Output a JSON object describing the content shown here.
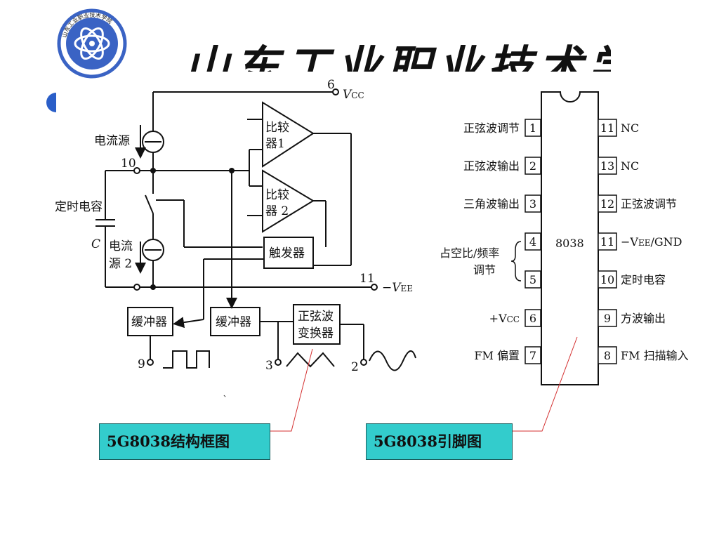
{
  "header": {
    "school_name": "山东工业职业技术学院",
    "logo_ring_text": "山东工业职业技术学院"
  },
  "callouts": {
    "block_diagram": "5G8038结构框图",
    "pinout": "5G8038引脚图"
  },
  "block_diagram": {
    "vcc_pin": "6",
    "vcc_label": "V",
    "vcc_sub": "CC",
    "vee_pin": "11",
    "vee_label": "−V",
    "vee_sub": "EE",
    "pin10": "10",
    "current_source_1": "电流源",
    "current_source_2_a": "电流",
    "current_source_2_b": "源 2",
    "timing_cap": "定时电容",
    "cap_symbol": "C",
    "comparator1_a": "比较",
    "comparator1_b": "器1",
    "comparator2_a": "比较",
    "comparator2_b": "器 2",
    "trigger": "触发器",
    "buffer1": "缓冲器",
    "buffer2": "缓冲器",
    "sine_conv_a": "正弦波",
    "sine_conv_b": "变换器",
    "out_square_pin": "9",
    "out_tri_pin": "3",
    "out_sine_pin": "2"
  },
  "pinout": {
    "chip_name": "8038",
    "left_pins": [
      {
        "num": "1",
        "label": "正弦波调节"
      },
      {
        "num": "2",
        "label": "正弦波输出"
      },
      {
        "num": "3",
        "label": "三角波输出"
      },
      {
        "num": "4",
        "label": ""
      },
      {
        "num": "5",
        "label": ""
      },
      {
        "num": "6",
        "label": "+V",
        "sub": "CC"
      },
      {
        "num": "7",
        "label": "FM 偏置"
      }
    ],
    "duty_label_a": "占空比/频率",
    "duty_label_b": "调节",
    "right_pins": [
      {
        "num": "11",
        "label": "NC"
      },
      {
        "num": "13",
        "label": "NC"
      },
      {
        "num": "12",
        "label": "正弦波调节"
      },
      {
        "num": "11",
        "label": "−V",
        "sub": "EE",
        "tail": "/GND"
      },
      {
        "num": "10",
        "label": "定时电容"
      },
      {
        "num": "9",
        "label": "方波输出"
      },
      {
        "num": "8",
        "label": "FM 扫描输入"
      }
    ]
  },
  "colors": {
    "callout_fill": "#33CCCC",
    "logo_blue": "#3a63c4",
    "pointer_red": "#d43030"
  }
}
